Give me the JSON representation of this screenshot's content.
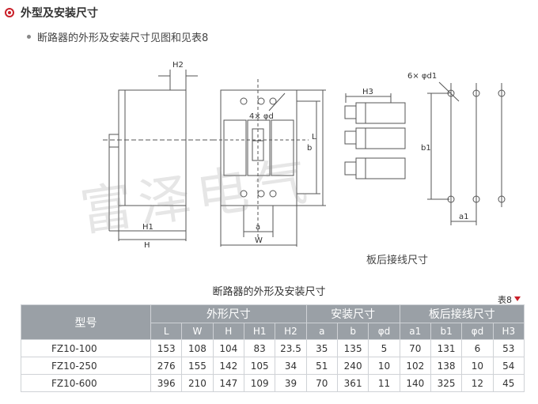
{
  "heading": {
    "title": "外型及安装尺寸",
    "icon": "bullet-circle-icon",
    "accent": "#c9202a"
  },
  "subtitle": "断路器的外形及安装尺寸见图和见表8",
  "watermark": "富泽电气",
  "drawing_labels": {
    "H2": "H2",
    "H1": "H1",
    "H": "H",
    "holes": "4× φd",
    "b": "b",
    "L": "L",
    "a": "a",
    "W": "W",
    "H3": "H3",
    "holes_panel": "6× φd1",
    "b1": "b1",
    "a1": "a1"
  },
  "panel_caption": "板后接线尺寸",
  "table": {
    "title": "断路器的外形及安装尺寸",
    "number": "表8",
    "model_header": "型号",
    "groups": [
      {
        "label": "外形尺寸",
        "span": 5
      },
      {
        "label": "安装尺寸",
        "span": 3
      },
      {
        "label": "板后接线尺寸",
        "span": 4
      }
    ],
    "columns": [
      "L",
      "W",
      "H",
      "H1",
      "H2",
      "a",
      "b",
      "φd",
      "a1",
      "b1",
      "φd",
      "H3"
    ],
    "rows": [
      {
        "model": "FZ10-100",
        "values": [
          "153",
          "108",
          "104",
          "83",
          "23.5",
          "35",
          "135",
          "5",
          "70",
          "131",
          "6",
          "53"
        ]
      },
      {
        "model": "FZ10-250",
        "values": [
          "276",
          "155",
          "142",
          "105",
          "34",
          "51",
          "240",
          "10",
          "102",
          "138",
          "10",
          "54"
        ]
      },
      {
        "model": "FZ10-600",
        "values": [
          "396",
          "210",
          "147",
          "109",
          "39",
          "70",
          "361",
          "11",
          "140",
          "325",
          "12",
          "45"
        ]
      }
    ]
  }
}
